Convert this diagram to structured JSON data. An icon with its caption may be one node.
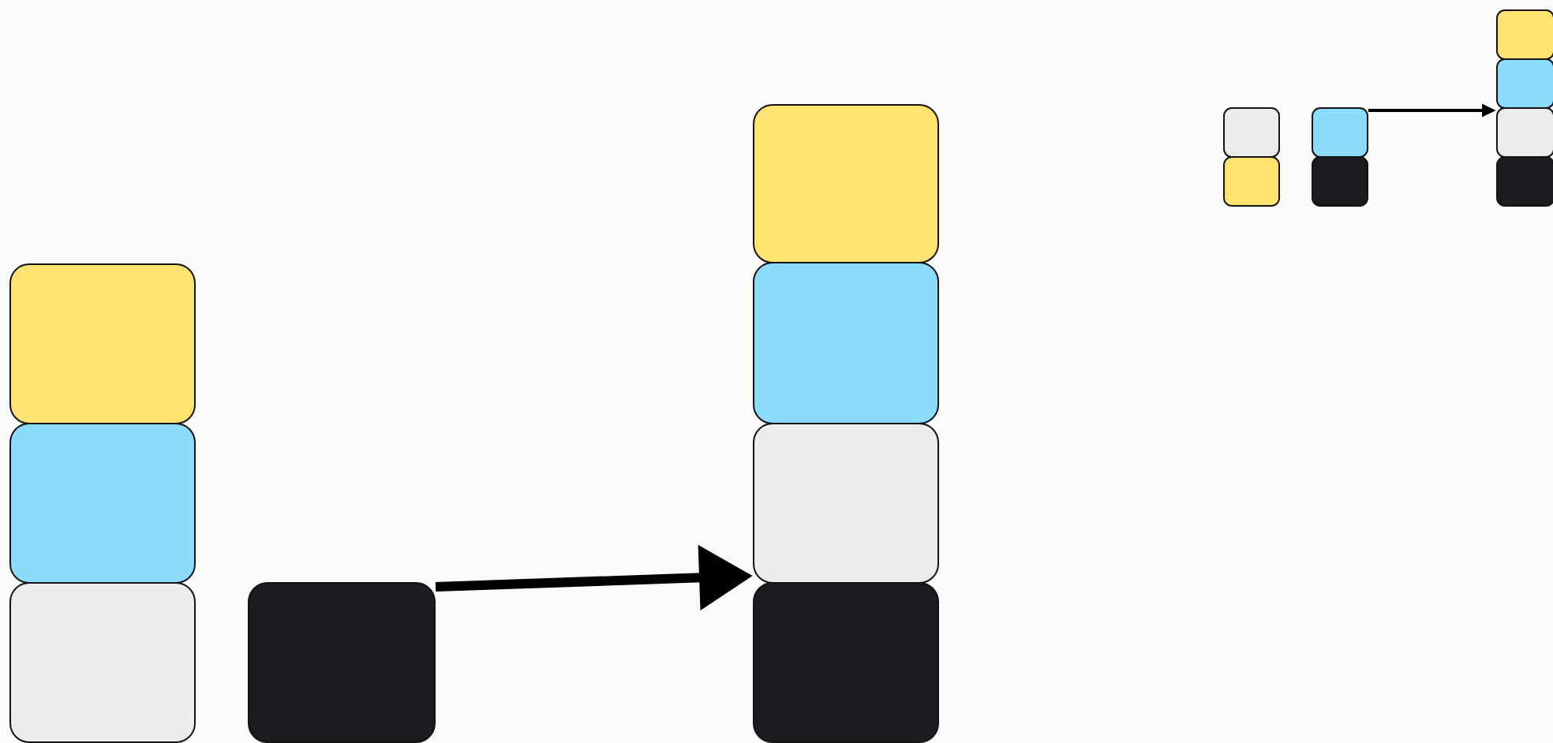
{
  "diagram": {
    "nodes": [
      {
        "text": [],
        "shape": "box"
      },
      {
        "text": [],
        "shape": "box"
      },
      {
        "text": [],
        "shape": "box"
      },
      {
        "text": [],
        "shape": "box"
      },
      {
        "text": [],
        "shape": "box"
      },
      {
        "text": [],
        "shape": "box"
      },
      {
        "text": [],
        "shape": "box"
      },
      {
        "text": [],
        "shape": "box"
      },
      {
        "text": [],
        "shape": "box"
      },
      {
        "text": [],
        "shape": "box"
      },
      {
        "text": [],
        "shape": "box"
      },
      {
        "text": [],
        "shape": "box"
      },
      {
        "text": [],
        "shape": "box"
      },
      {
        "text": [],
        "shape": "box"
      },
      {
        "text": [],
        "shape": "box"
      },
      {
        "text": [],
        "shape": "box"
      }
    ],
    "edges": [
      {
        "from": 3,
        "to": 6,
        "arrow": "to",
        "style": "thick"
      },
      {
        "from": 10,
        "to": 14,
        "arrow": "to"
      }
    ]
  }
}
